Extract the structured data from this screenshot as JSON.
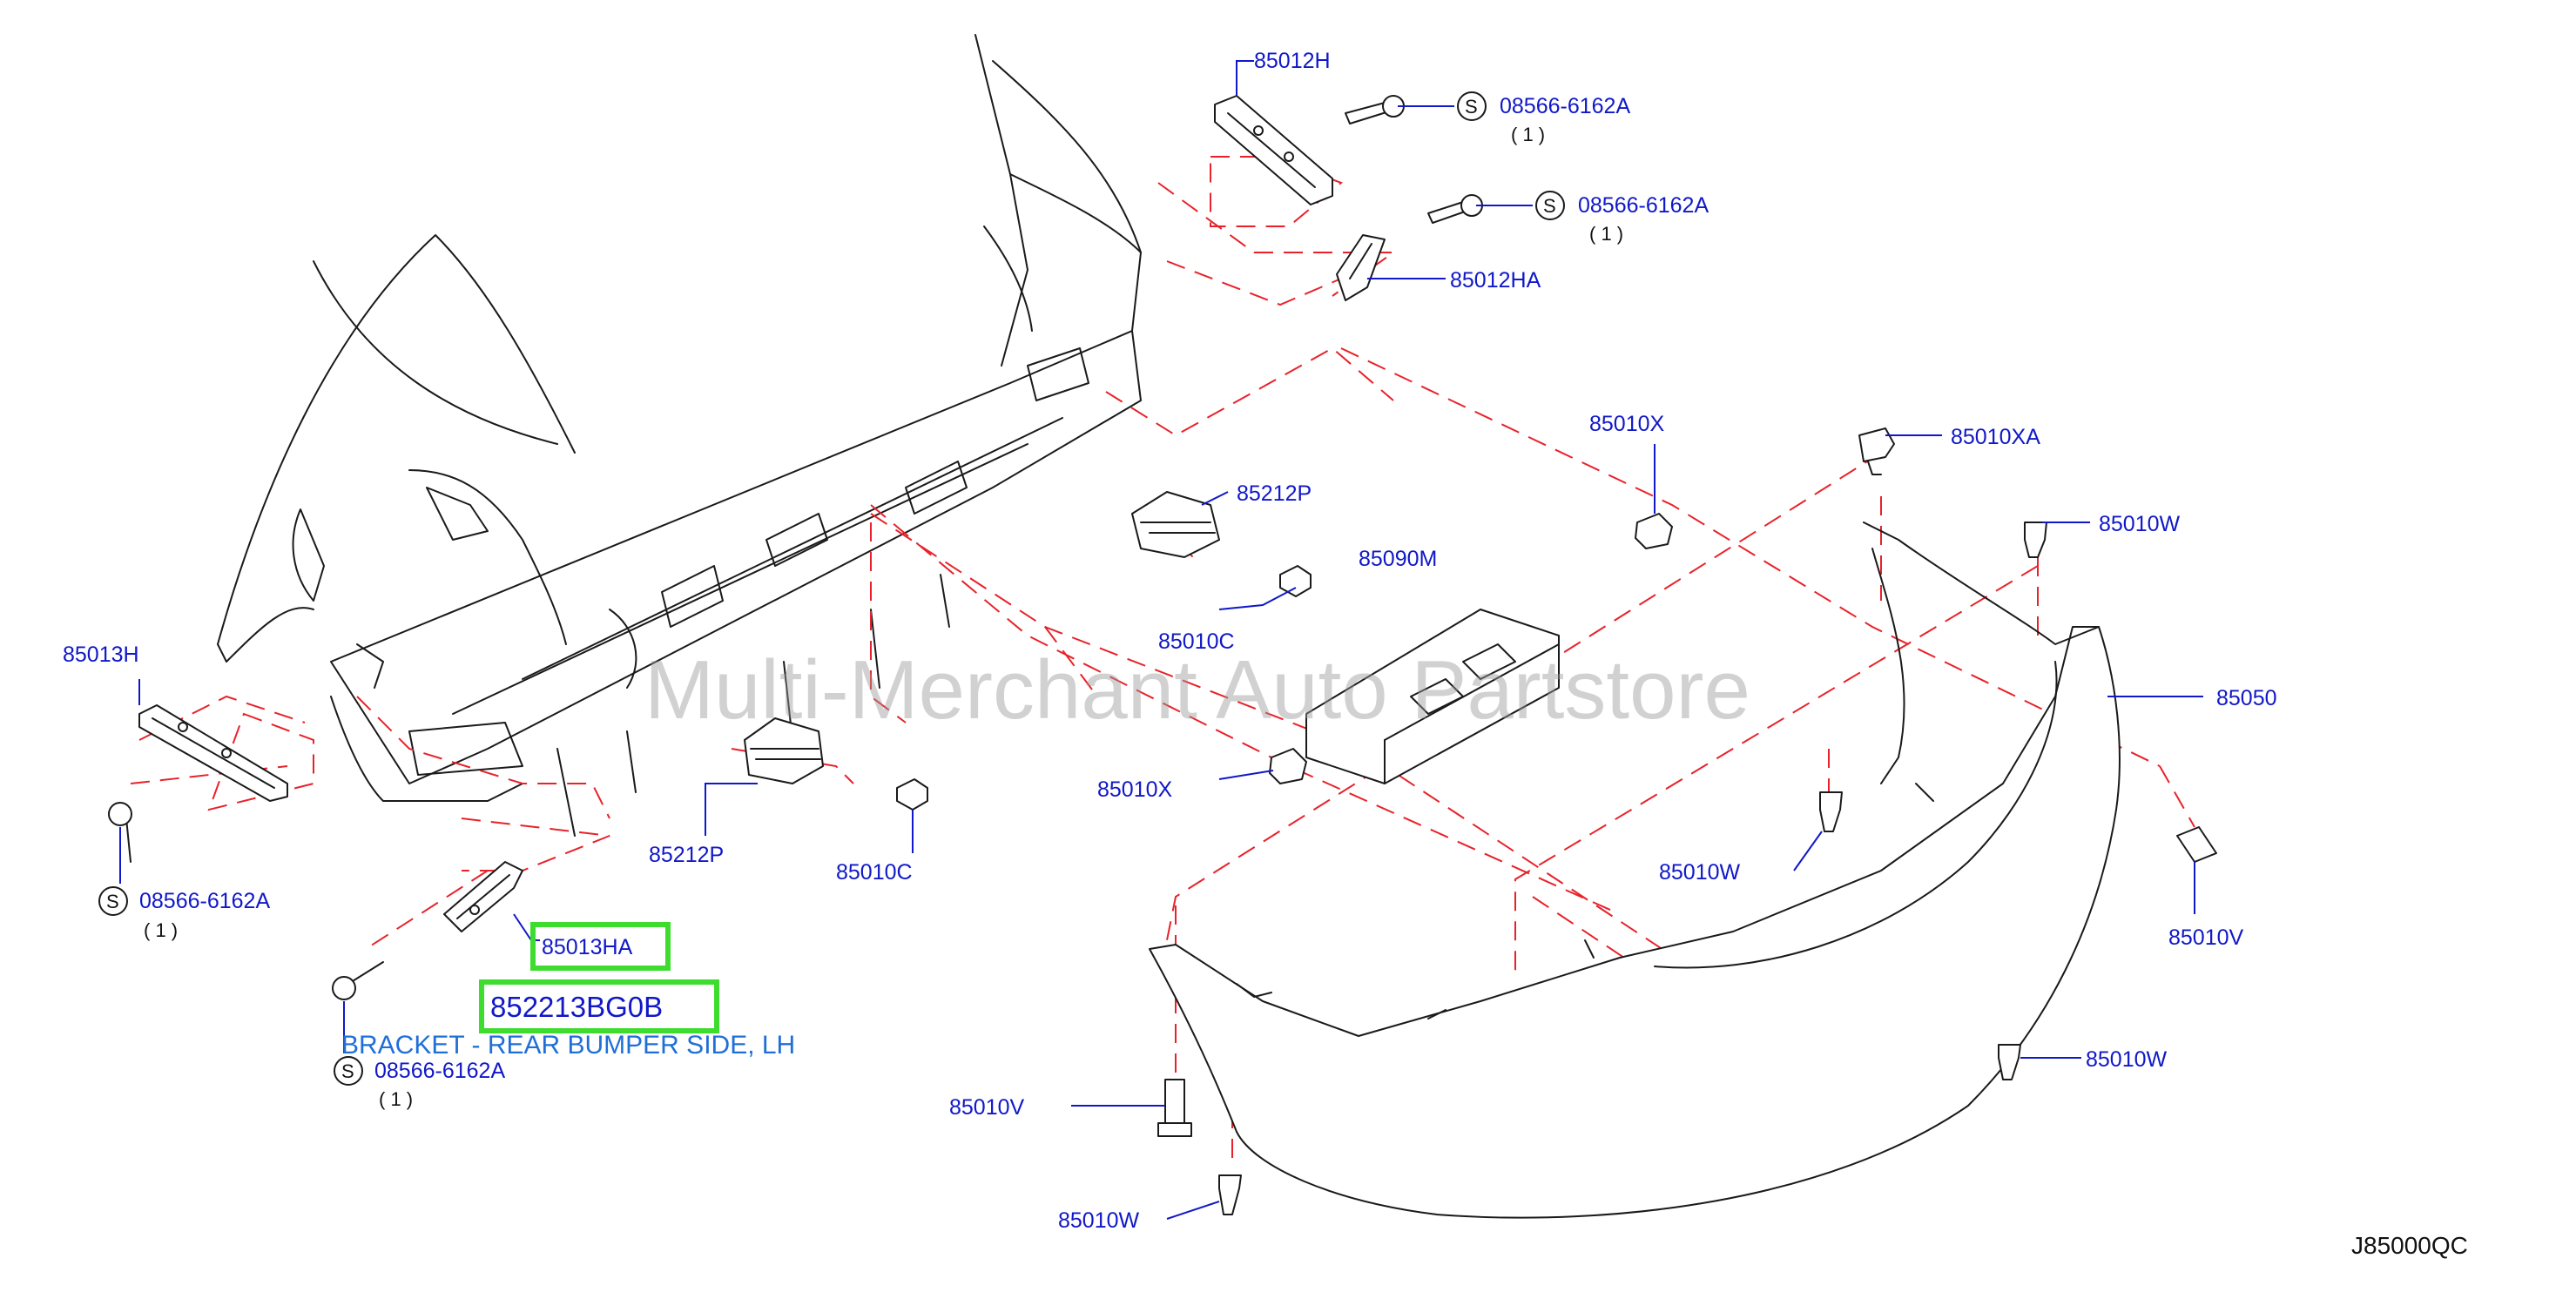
{
  "watermark": "Multi-Merchant Auto Partstore",
  "diagram_code": "J85000QC",
  "highlight": {
    "part_number": "852213BG0B",
    "description": "BRACKET - REAR BUMPER SIDE, LH",
    "color": "#3ddc2e"
  },
  "labels": {
    "p85012H": "85012H",
    "p85012HA": "85012HA",
    "p85013H": "85013H",
    "p85013HA": "85013HA",
    "p85212P_a": "85212P",
    "p85212P_b": "85212P",
    "p85010C_a": "85010C",
    "p85010C_b": "85010C",
    "p85090M": "85090M",
    "p85010X_a": "85010X",
    "p85010X_b": "85010X",
    "p85010XA": "85010XA",
    "p85010W_a": "85010W",
    "p85010W_b": "85010W",
    "p85010W_c": "85010W",
    "p85010W_d": "85010W",
    "p85050": "85050",
    "p85010V_a": "85010V",
    "p85010V_b": "85010V"
  },
  "screws": {
    "s1": {
      "code": "08566-6162A",
      "qty": "( 1 )",
      "symbol": "S"
    },
    "s2": {
      "code": "08566-6162A",
      "qty": "( 1 )",
      "symbol": "S"
    },
    "s3": {
      "code": "08566-6162A",
      "qty": "( 1 )",
      "symbol": "S"
    },
    "s4": {
      "code": "08566-6162A",
      "qty": "( 1 )",
      "symbol": "S"
    }
  },
  "colors": {
    "label": "#1018c8",
    "dash": "#e8222a",
    "line": "#1a1a1a"
  }
}
